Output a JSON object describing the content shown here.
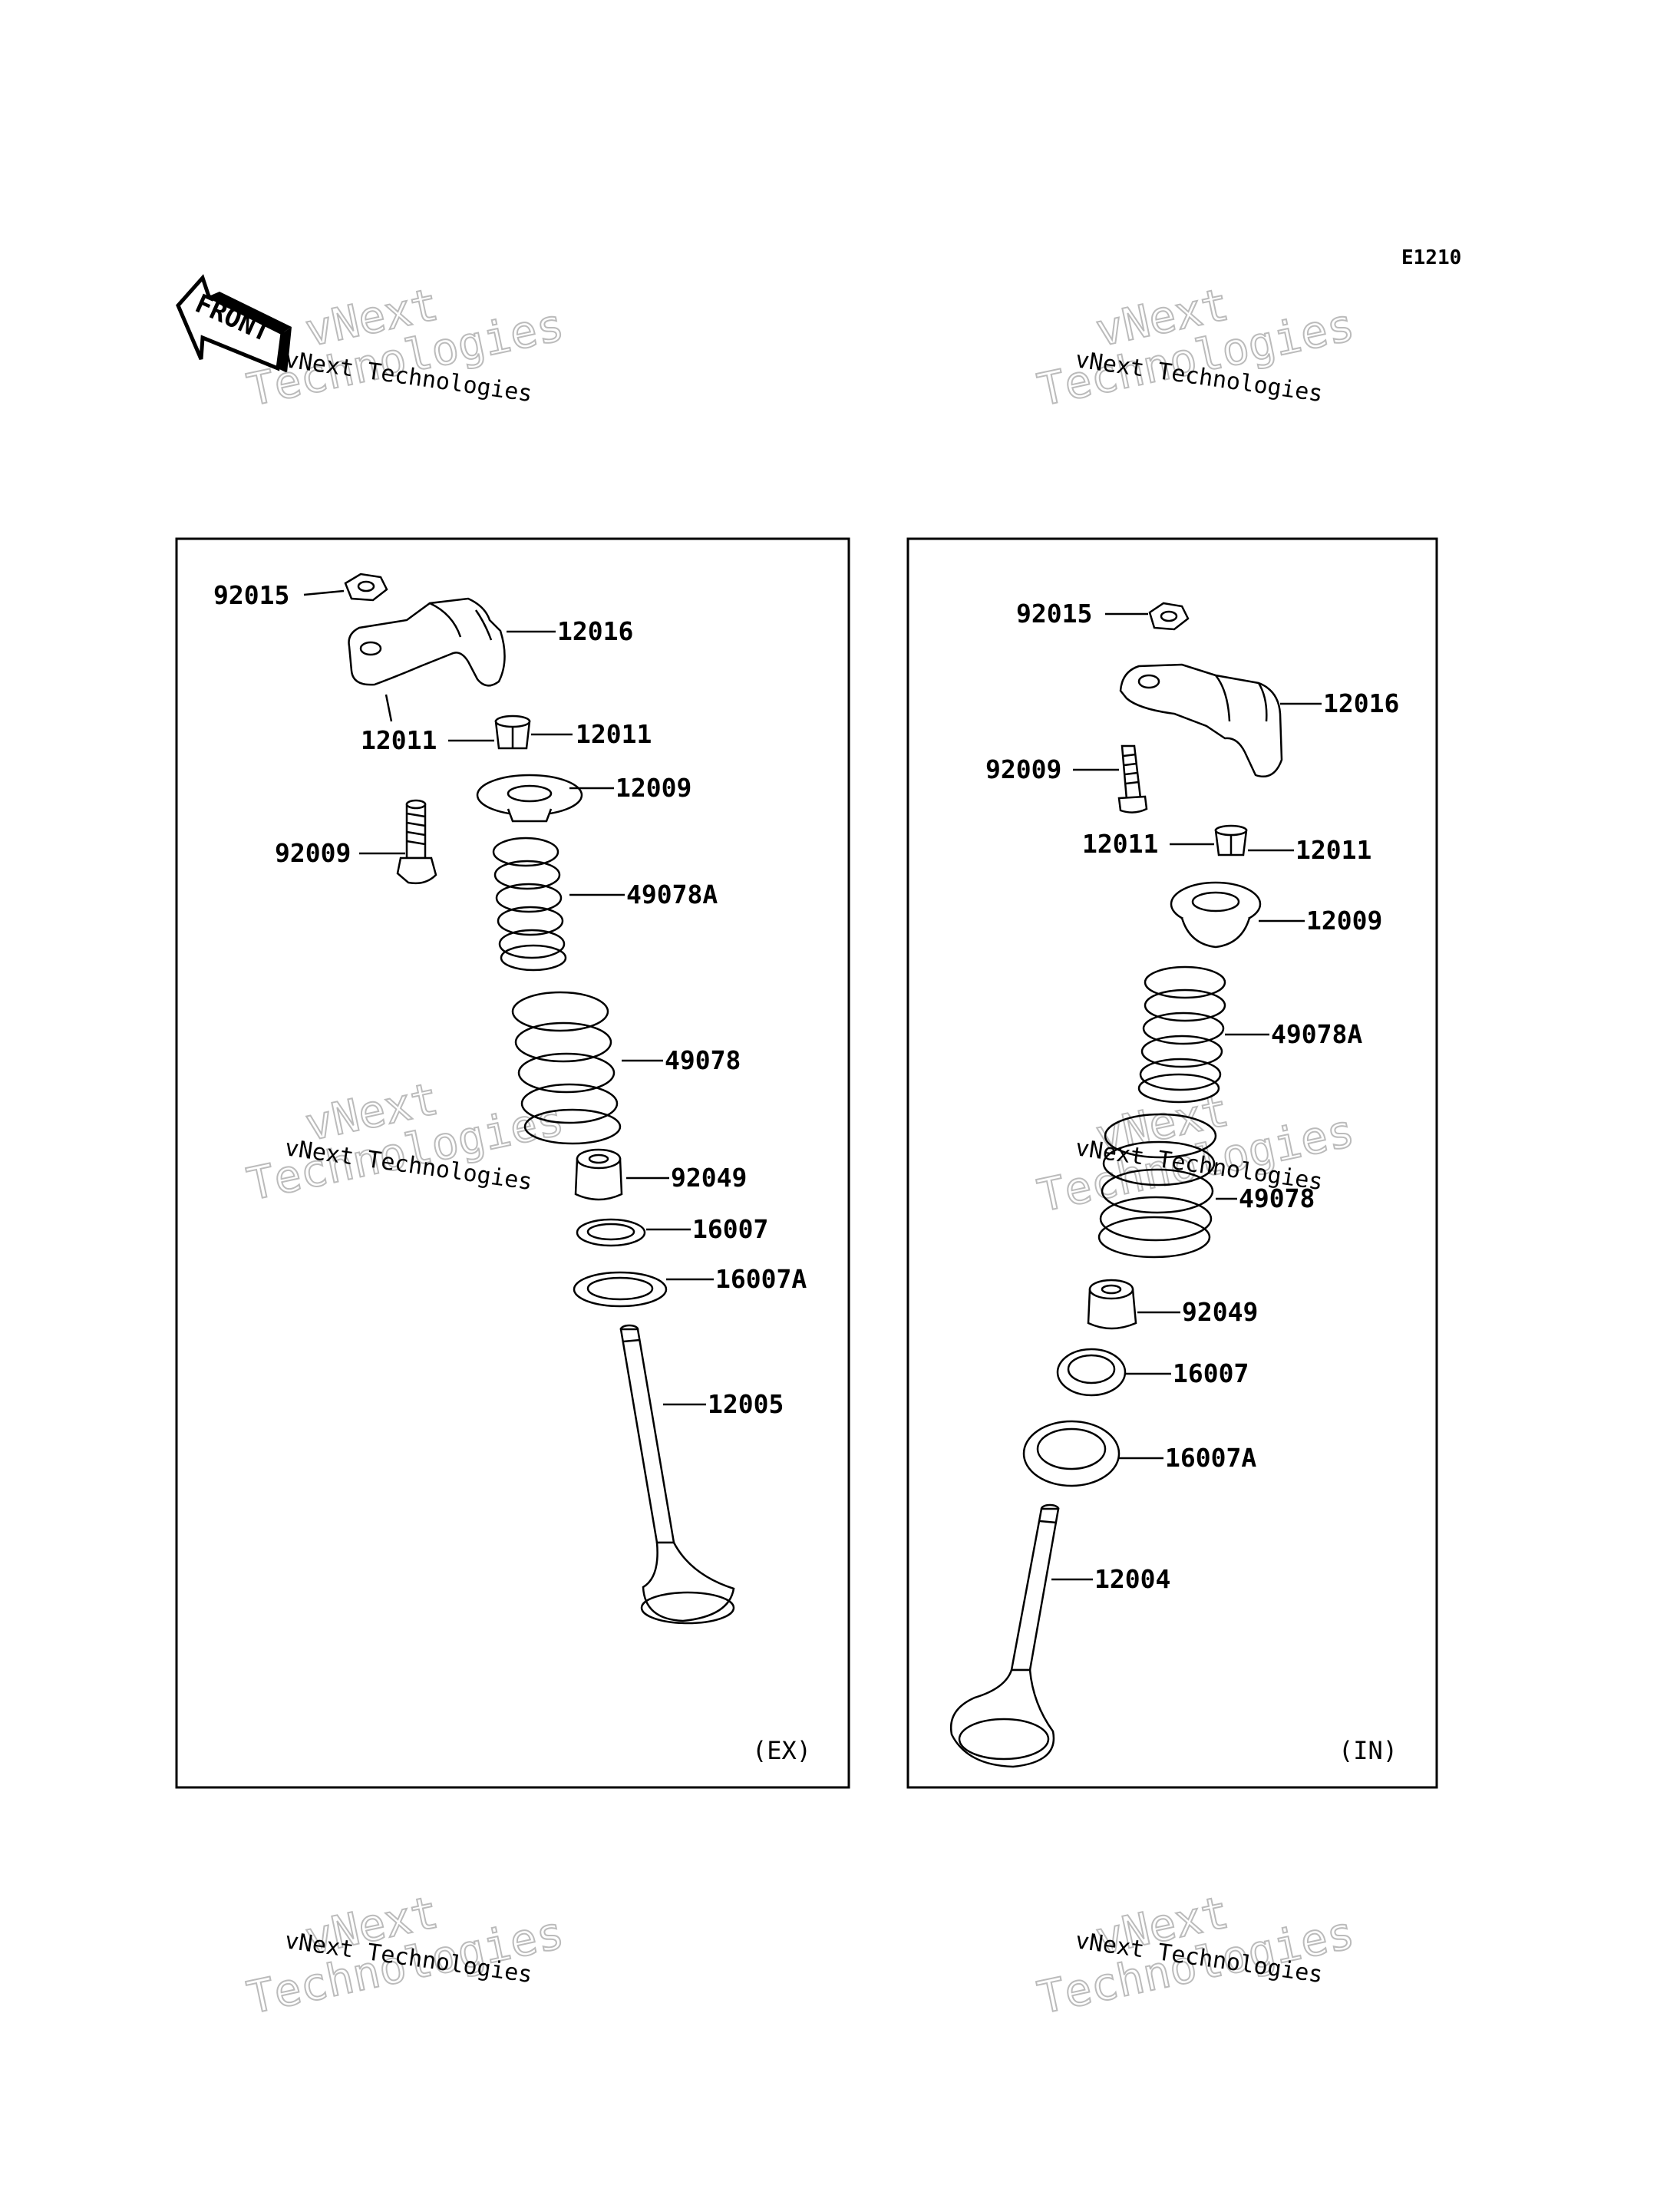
{
  "diagram_code": "E1210",
  "front_tag": "FRONT",
  "watermark": {
    "line1": "vNext",
    "line2": "Technologies",
    "small": "vNext Technologies"
  },
  "panels": {
    "ex": {
      "tag": "(EX)",
      "labels": {
        "nut": "92015",
        "rocker": "12016",
        "cotter_left": "12011",
        "cotter_right": "12011",
        "retainer": "12009",
        "adjuster": "92009",
        "spring_inner": "49078A",
        "spring_outer": "49078",
        "seal": "92049",
        "seat": "16007",
        "seat_outer": "16007A",
        "valve": "12005"
      }
    },
    "in": {
      "tag": "(IN)",
      "labels": {
        "nut": "92015",
        "rocker": "12016",
        "adjuster": "92009",
        "cotter_left": "12011",
        "cotter_right": "12011",
        "retainer": "12009",
        "spring_inner": "49078A",
        "spring_outer": "49078",
        "seal": "92049",
        "seat": "16007",
        "seat_outer": "16007A",
        "valve": "12004"
      }
    }
  }
}
